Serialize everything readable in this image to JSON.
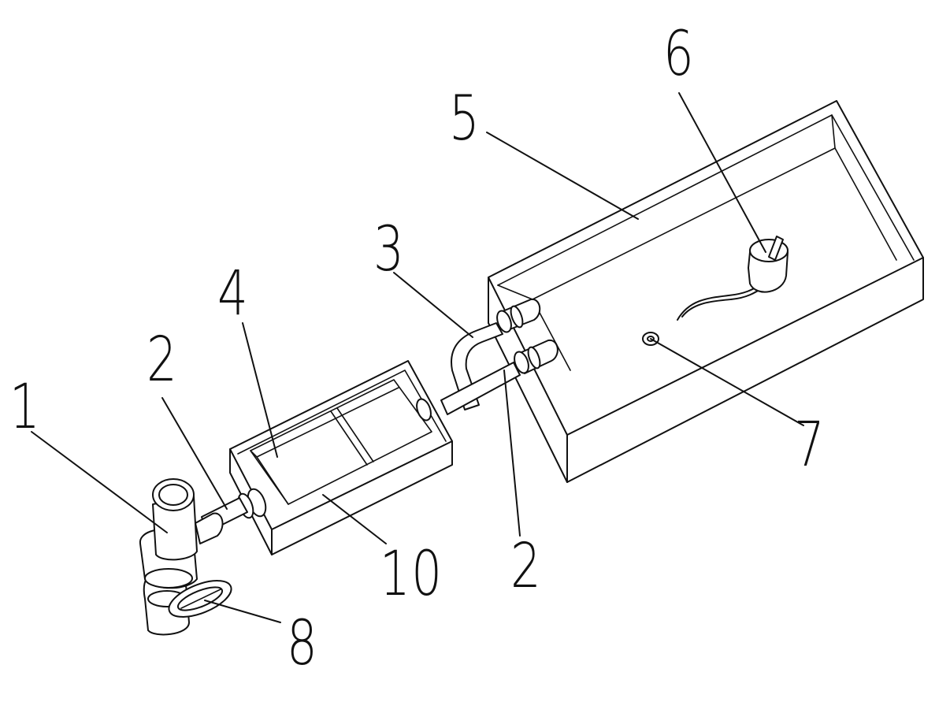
{
  "labels": {
    "pipe_valve": "1",
    "connecting_pipe_left": "2",
    "connecting_pipe_right": "2",
    "bent_pipe": "3",
    "filter_frame": "4",
    "water_tank": "5",
    "float_switch": "6",
    "outlet": "7",
    "hand_wheel": "8",
    "filter_box": "10"
  }
}
